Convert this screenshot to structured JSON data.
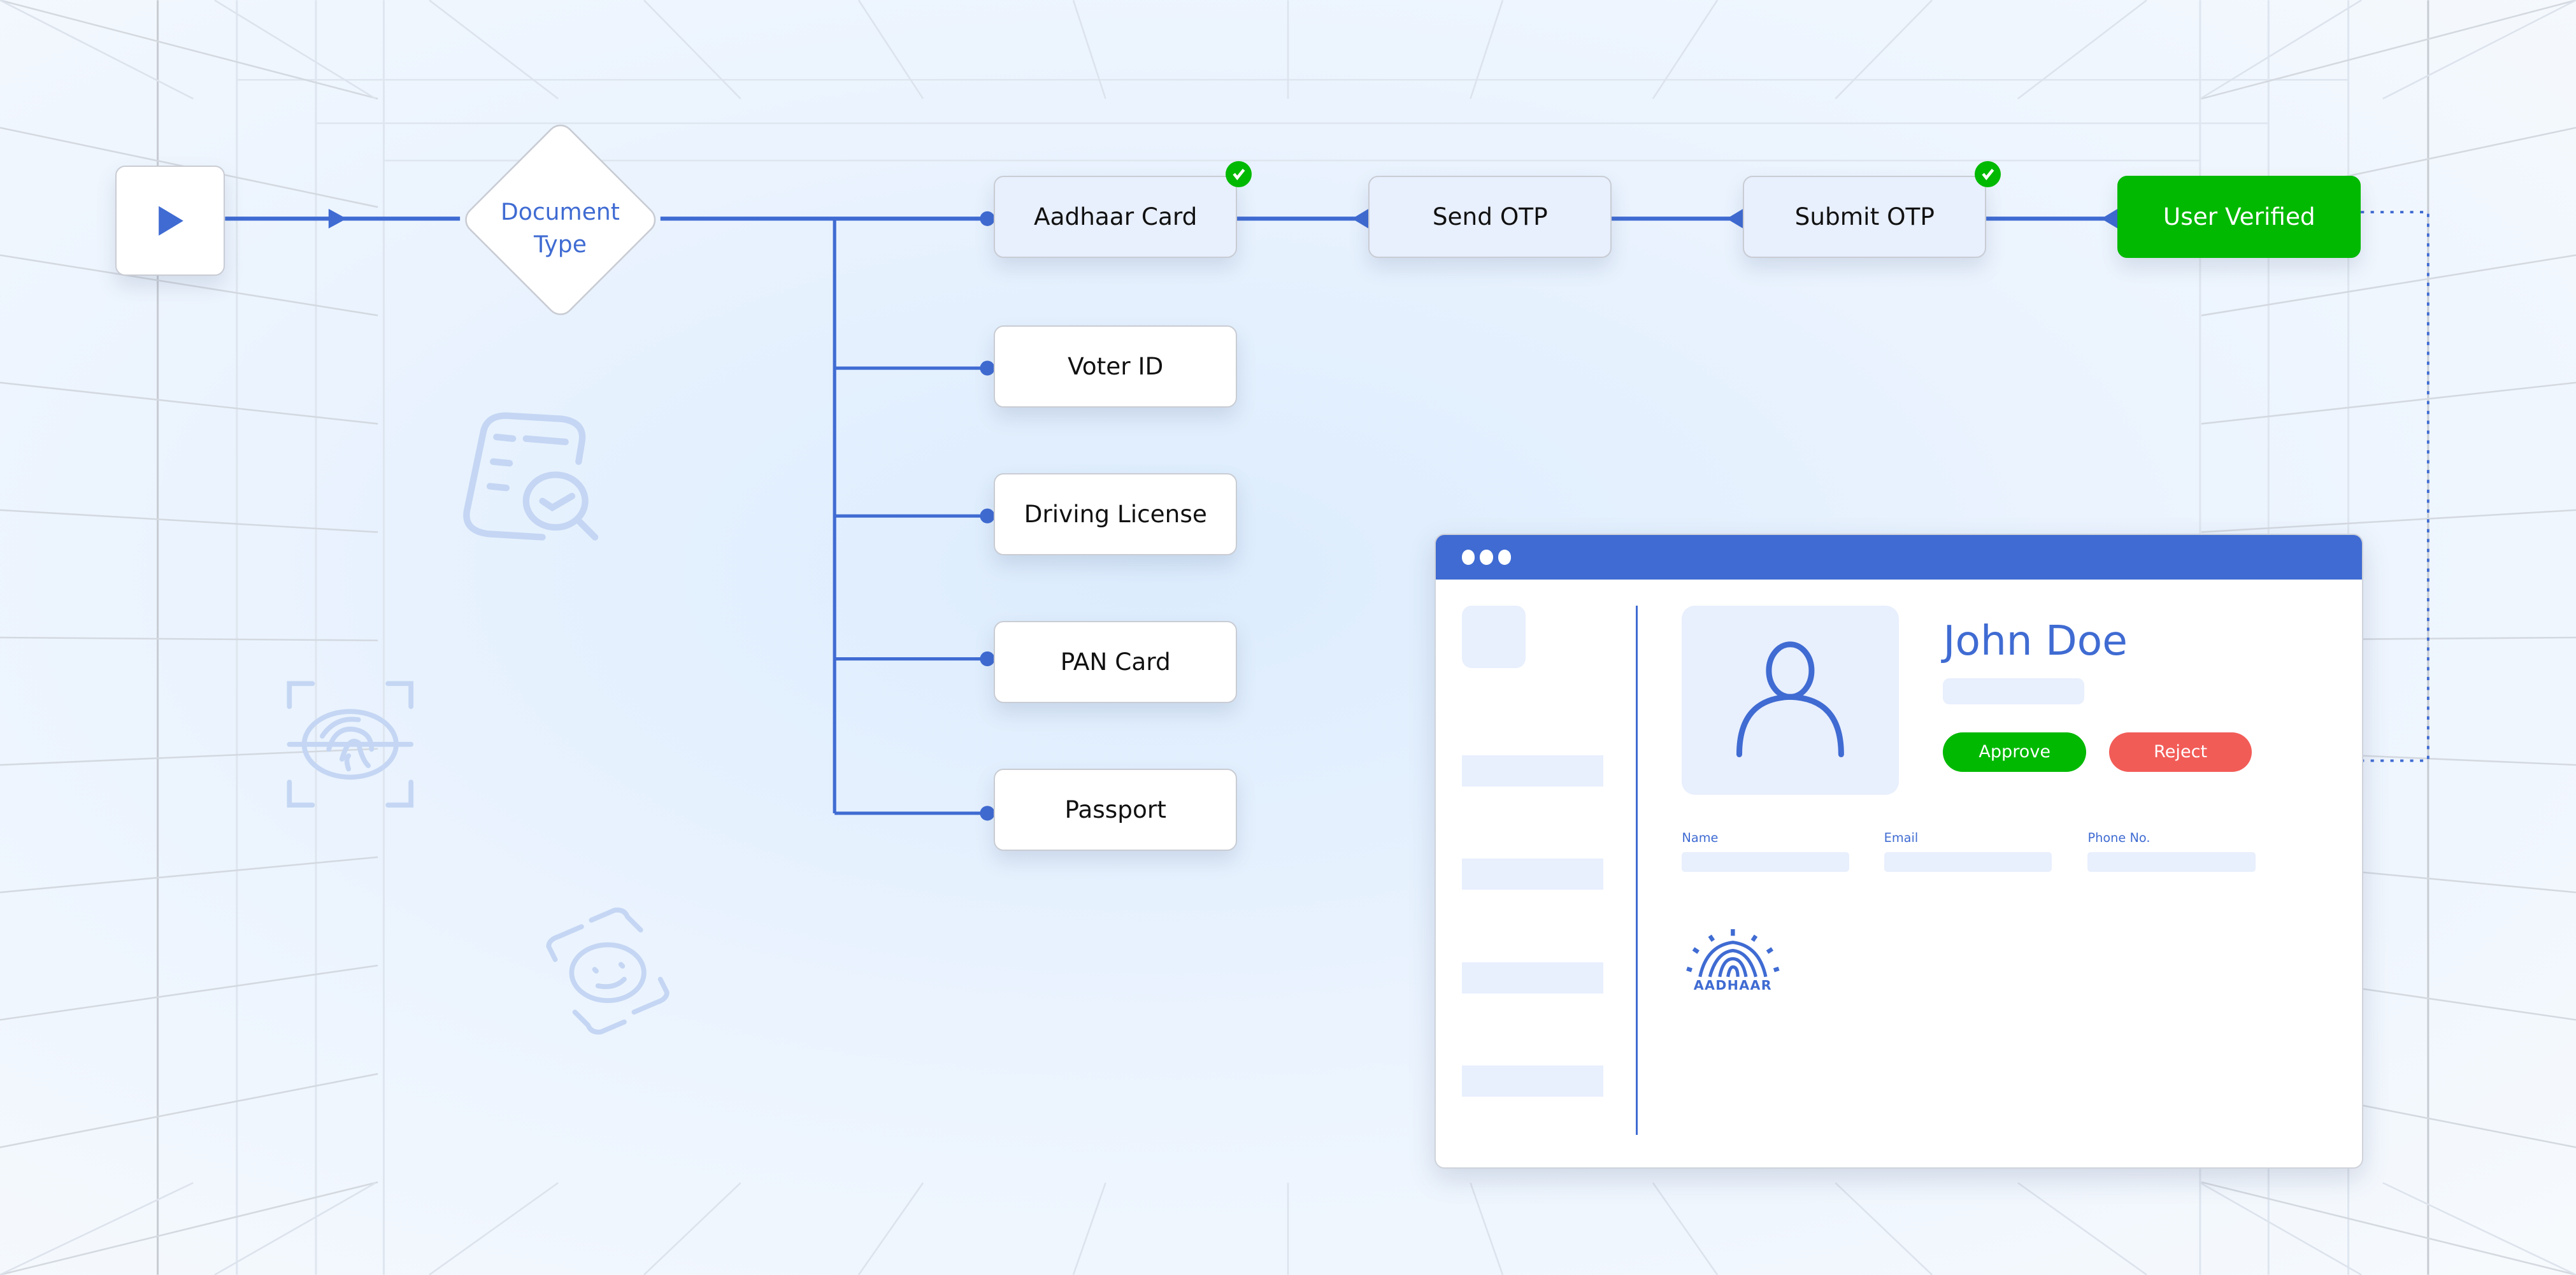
{
  "flow": {
    "start": {
      "icon": "play-icon"
    },
    "decision": {
      "line1": "Document",
      "line2": "Type"
    },
    "documents": [
      {
        "label": "Aadhaar Card",
        "selected": true,
        "verified": true
      },
      {
        "label": "Voter ID"
      },
      {
        "label": "Driving License"
      },
      {
        "label": "PAN Card"
      },
      {
        "label": "Passport"
      }
    ],
    "steps": [
      {
        "label": "Send OTP",
        "verified": false
      },
      {
        "label": "Submit OTP",
        "verified": true
      },
      {
        "label": "User Verified",
        "status": "success"
      }
    ]
  },
  "profile_card": {
    "name": "John Doe",
    "approve_label": "Approve",
    "reject_label": "Reject",
    "fields": [
      {
        "label": "Name"
      },
      {
        "label": "Email"
      },
      {
        "label": "Phone No."
      }
    ],
    "logo_text": "AADHAAR"
  },
  "decor_icons": [
    "document-search-icon",
    "fingerprint-scan-icon",
    "face-scan-icon"
  ],
  "colors": {
    "accent": "#3f6bd2",
    "success": "#00b900",
    "danger": "#f25c57",
    "placeholder": "#e8effd"
  }
}
